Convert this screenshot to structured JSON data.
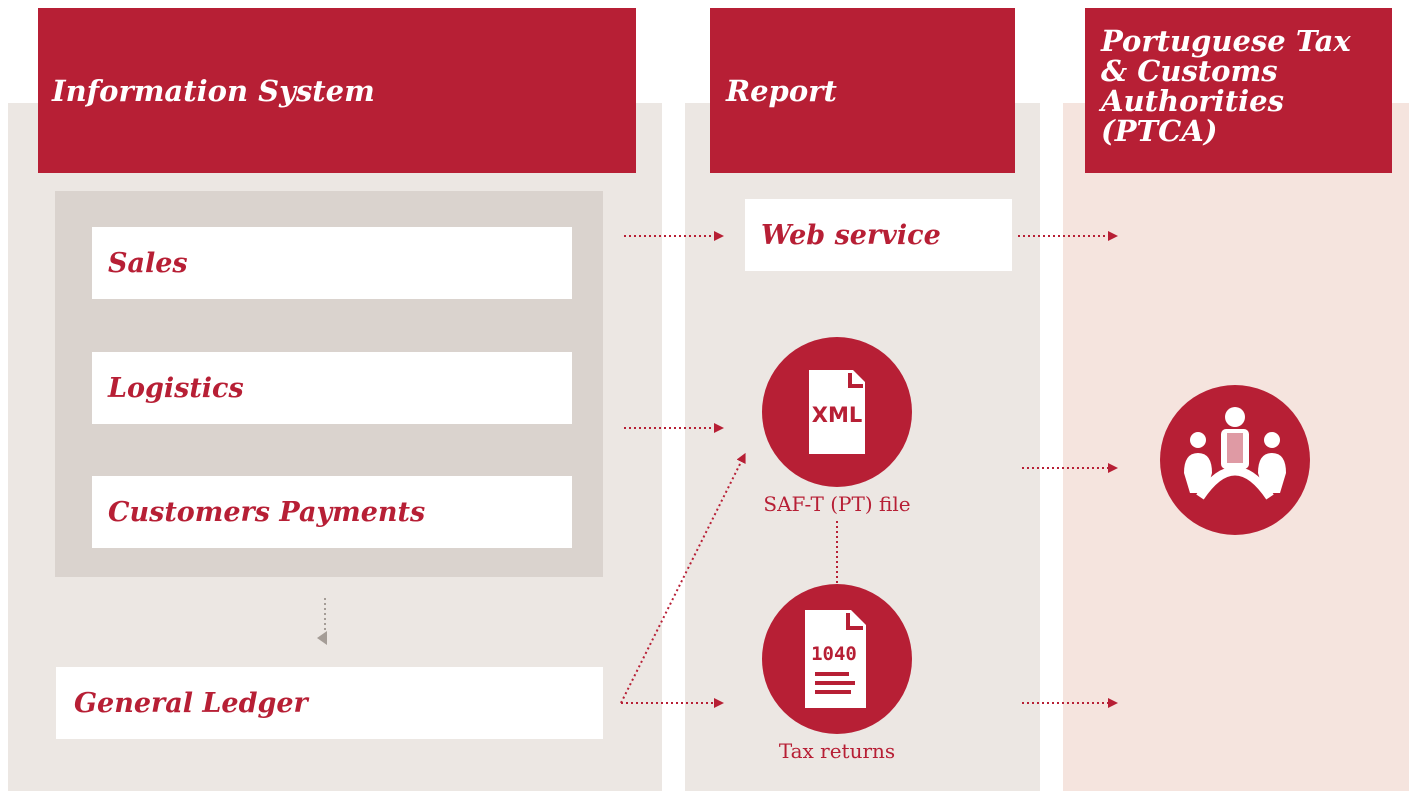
{
  "columns": {
    "information_system": {
      "title": "Information System",
      "modules": [
        "Sales",
        "Logistics",
        "Customers Payments"
      ],
      "ledger": "General Ledger"
    },
    "report": {
      "title": "Report",
      "web_service": "Web service",
      "saft_file": {
        "label": "SAF-T (PT) file",
        "icon_text": "XML"
      },
      "tax_returns": {
        "label": "Tax returns",
        "icon_text": "1040"
      }
    },
    "authority": {
      "title_lines": [
        "Portuguese Tax",
        "& Customs",
        "Authorities",
        "(PTCA)"
      ]
    }
  },
  "icons": {
    "xml": "xml-file-icon",
    "tax_form": "tax-form-icon",
    "authority": "meeting-people-icon"
  },
  "colors": {
    "accent": "#b71f35",
    "column_bg": "#ece7e3",
    "panel_bg": "#dad3ce",
    "authority_bg": "#f5e4de",
    "arrow_gray": "#a59d97"
  }
}
